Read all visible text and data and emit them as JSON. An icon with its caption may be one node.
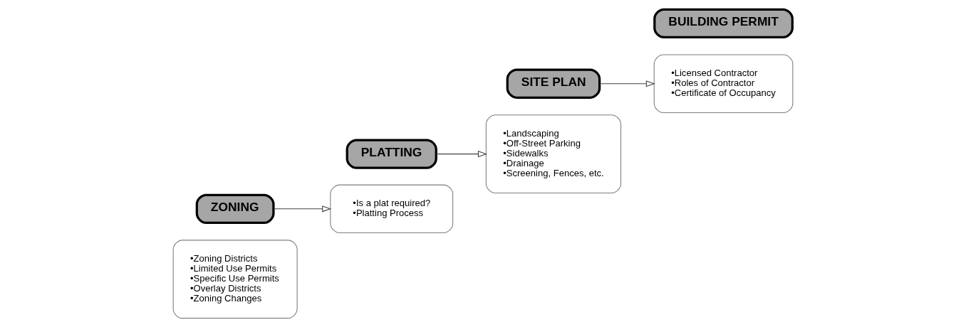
{
  "diagram": {
    "nodes": [
      {
        "text": [
          "•Zoning Districts",
          "•Limited Use Permits",
          "•Specific Use Permits",
          "•Overlay Districts",
          "•Zoning Changes"
        ]
      },
      {
        "text": [
          "ZONING"
        ]
      },
      {
        "text": [
          "PLATTING"
        ]
      },
      {
        "text": [
          "•Is a plat required?",
          "•Platting Process"
        ]
      },
      {
        "text": [
          "•Landscaping",
          "•Off-Street Parking",
          "•Sidewalks",
          "•Drainage",
          "•Screening, Fences, etc."
        ]
      },
      {
        "text": [
          "SITE PLAN"
        ]
      },
      {
        "text": [
          "BUILDING PERMIT"
        ]
      },
      {
        "text": [
          "•Licensed Contractor",
          "•Roles of Contractor",
          "•Certificate of Occupancy"
        ]
      }
    ],
    "edges": [
      {
        "from": 1,
        "to": 3,
        "arrow": "to"
      },
      {
        "from": 2,
        "to": 4,
        "arrow": "to"
      },
      {
        "from": 5,
        "to": 7,
        "arrow": "to"
      }
    ]
  }
}
